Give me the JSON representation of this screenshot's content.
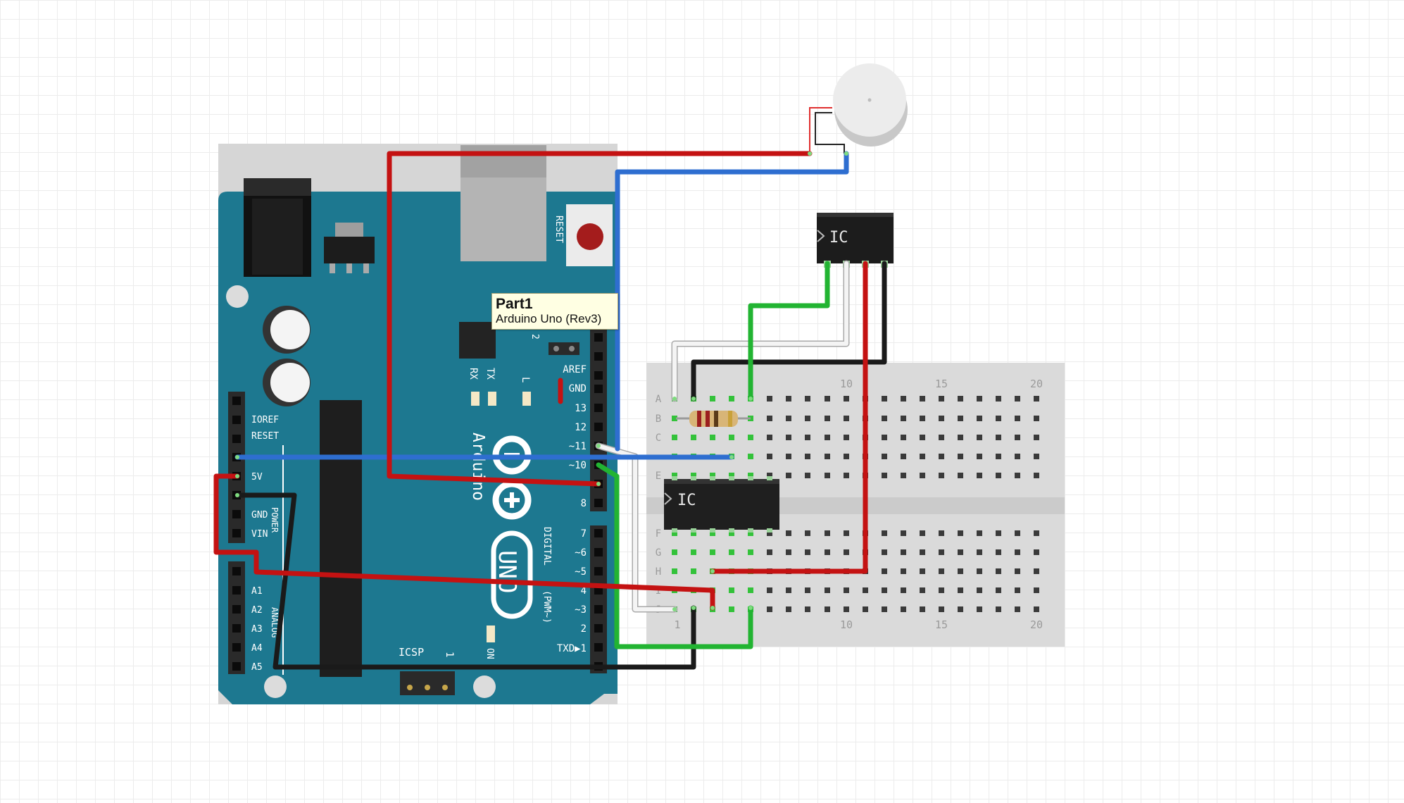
{
  "tooltip": {
    "title": "Part1",
    "subtitle": "Arduino Uno (Rev3)"
  },
  "arduino": {
    "reset_label": "RESET",
    "power_labels": [
      "IOREF",
      "RESET",
      "5V",
      "GND",
      "VIN"
    ],
    "power_group_label": "POWER",
    "analog_labels": [
      "A1",
      "A2",
      "A3",
      "A4",
      "A5"
    ],
    "analog_group_label": "ANALOG",
    "top_right_labels": [
      "AREF",
      "GND",
      "13",
      "12",
      "~11",
      "~10",
      "8"
    ],
    "bottom_right_labels": [
      "7",
      "~6",
      "~5",
      "4",
      "~3",
      "2",
      "TXD▶1"
    ],
    "digital_label": "DIGITAL",
    "pwm_label": "(PWM~)",
    "led_labels": {
      "tx": "TX",
      "rx": "RX",
      "l": "L",
      "on": "ON"
    },
    "header_number": "2",
    "brand": "Arduino",
    "model": "UNO",
    "icsp_label": "ICSP",
    "icsp_number": "1"
  },
  "breadboard": {
    "column_numbers_top": [
      "10",
      "15",
      "20"
    ],
    "column_numbers_bottom": [
      "1",
      "10",
      "15",
      "20"
    ],
    "row_letters_top": [
      "A",
      "B",
      "C",
      "E"
    ],
    "row_letters_bottom": [
      "F",
      "G",
      "H",
      "I",
      "J"
    ]
  },
  "chips": {
    "top_chip_label": "IC",
    "breadboard_chip_label": "IC"
  },
  "colors": {
    "board": "#1d7890",
    "wire_red": "#c41212",
    "wire_blue": "#2e6ed0",
    "wire_green": "#22b432",
    "wire_black": "#1a1a1a",
    "wire_white": "#f4f4f4"
  }
}
